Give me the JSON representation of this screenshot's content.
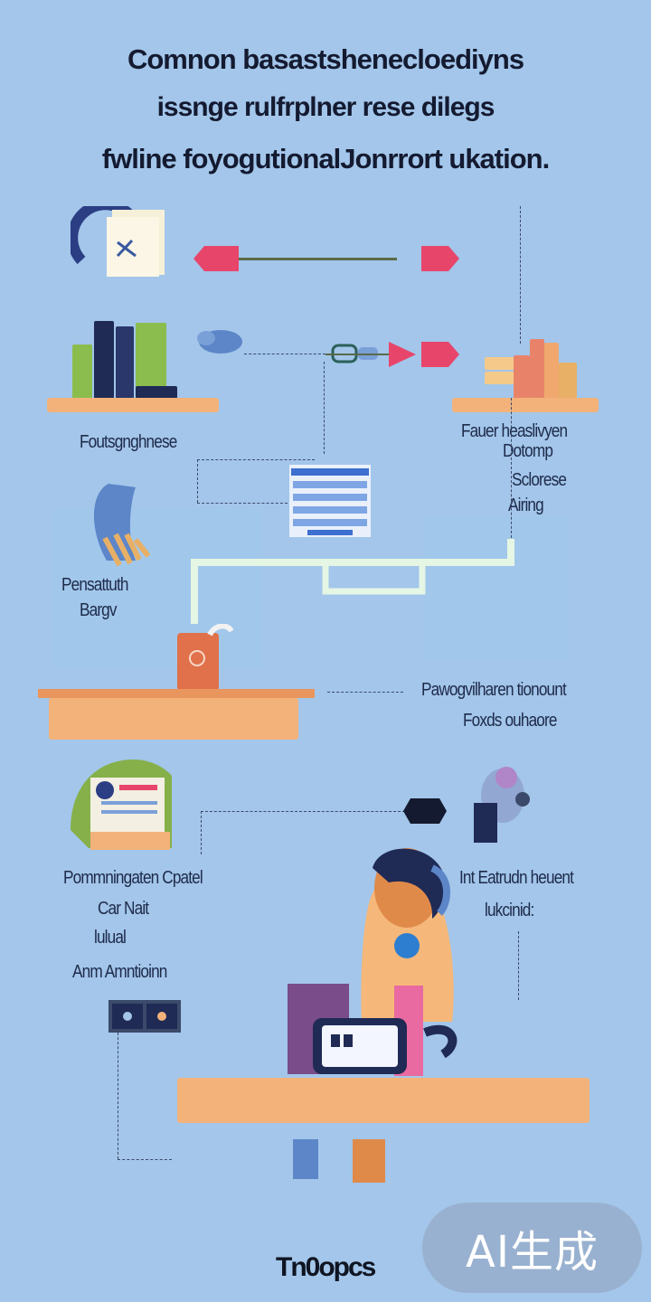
{
  "header": {
    "line1": "Comnon basastshenecloediyns",
    "line2": "issnge rulfrplner rese dilegs",
    "line3": "fwline foyogutionalJonrrort ukation."
  },
  "labels": {
    "left_shelf": "Foutsgnghnese",
    "right_top_1": "Fauer heaslivyen",
    "right_top_2": "Dotomp",
    "right_top_3": "Sclorese",
    "right_top_4": "Airing",
    "left_mid_1": "Pensattuth",
    "left_mid_2": "Bargv",
    "desk_right_1": "Pawogvilharen tionount",
    "desk_right_2": "Foxds ouhaore",
    "bottom_left_1": "Pommningaten Cpatel",
    "bottom_left_2": "Car Nait",
    "bottom_left_3": "lulual",
    "bottom_left_4": "Anm Amntioinn",
    "bottom_right_1": "Int Eatrudn heuent",
    "bottom_right_2": "lukcinid:"
  },
  "footer": {
    "logo": "Tn0opcs",
    "badge": "AI生成"
  },
  "colors": {
    "background": "#a3c6ea",
    "accent_pink": "#e8456a",
    "shelf": "#f2b27a",
    "navy": "#1f2a55"
  }
}
